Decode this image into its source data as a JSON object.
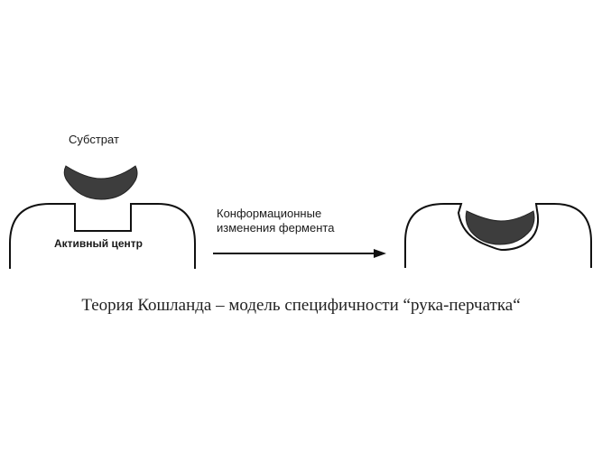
{
  "diagram": {
    "substrate_label": "Субстрат",
    "active_site_label": "Активный центр",
    "transition_label_line1": "Конформационные",
    "transition_label_line2": "изменения фермента",
    "caption": "Теория Кошланда – модель специфичности “рука-перчатка“"
  },
  "colors": {
    "background": "#ffffff",
    "outline": "#111111",
    "substrate_fill": "#3d3d3d",
    "text": "#1a1a1a"
  }
}
